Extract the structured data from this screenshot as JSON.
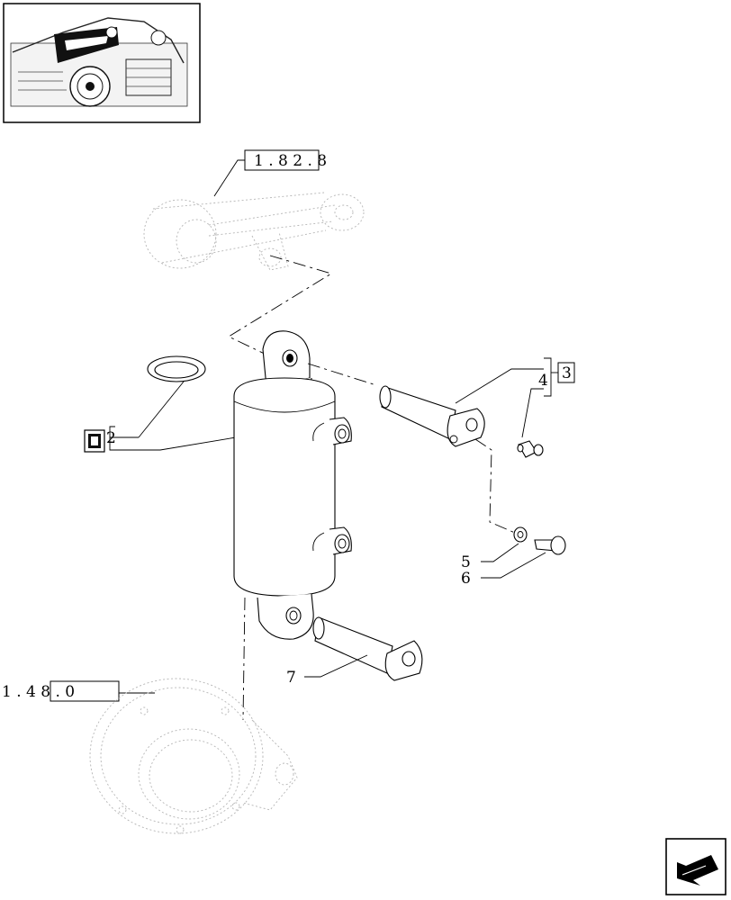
{
  "references": {
    "top_ref": "1 . 8 2 . 8",
    "bottom_ref": "1 . 4 8 . 0"
  },
  "callouts": {
    "c2": "2",
    "c3": "3",
    "c4": "4",
    "c5": "5",
    "c6": "6",
    "c7": "7"
  },
  "icons": {
    "thumbnail": "tractor-location-thumbnail",
    "nav": "page-arrow-icon"
  }
}
